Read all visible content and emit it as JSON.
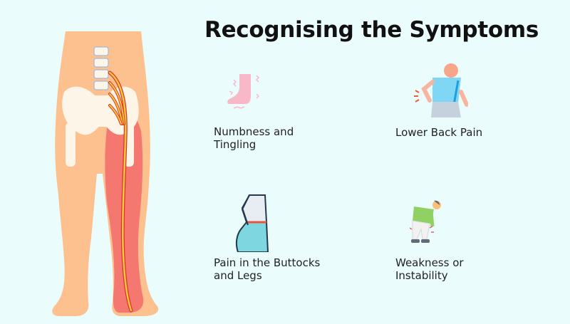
{
  "title": "Recognising the Symptoms",
  "colors": {
    "background": "#ebfcfd",
    "skin": "#fdc18f",
    "bone": "#fdf5e8",
    "nerve": "#f7c83a",
    "inflammation": "#f36b6b",
    "spine_disc": "#8ab4e8"
  },
  "illustration": {
    "name": "lower-body-sciatic-nerve-illustration"
  },
  "symptoms": [
    {
      "icon": "numb-foot-icon",
      "line1": "Numbness and",
      "line2": "Tingling"
    },
    {
      "icon": "lower-back-pain-icon",
      "line1": "Lower Back Pain",
      "line2": ""
    },
    {
      "icon": "buttocks-pain-icon",
      "line1": "Pain in the Buttocks",
      "line2": "and Legs"
    },
    {
      "icon": "weak-knees-icon",
      "line1": "Weakness or",
      "line2": "Instability"
    }
  ]
}
